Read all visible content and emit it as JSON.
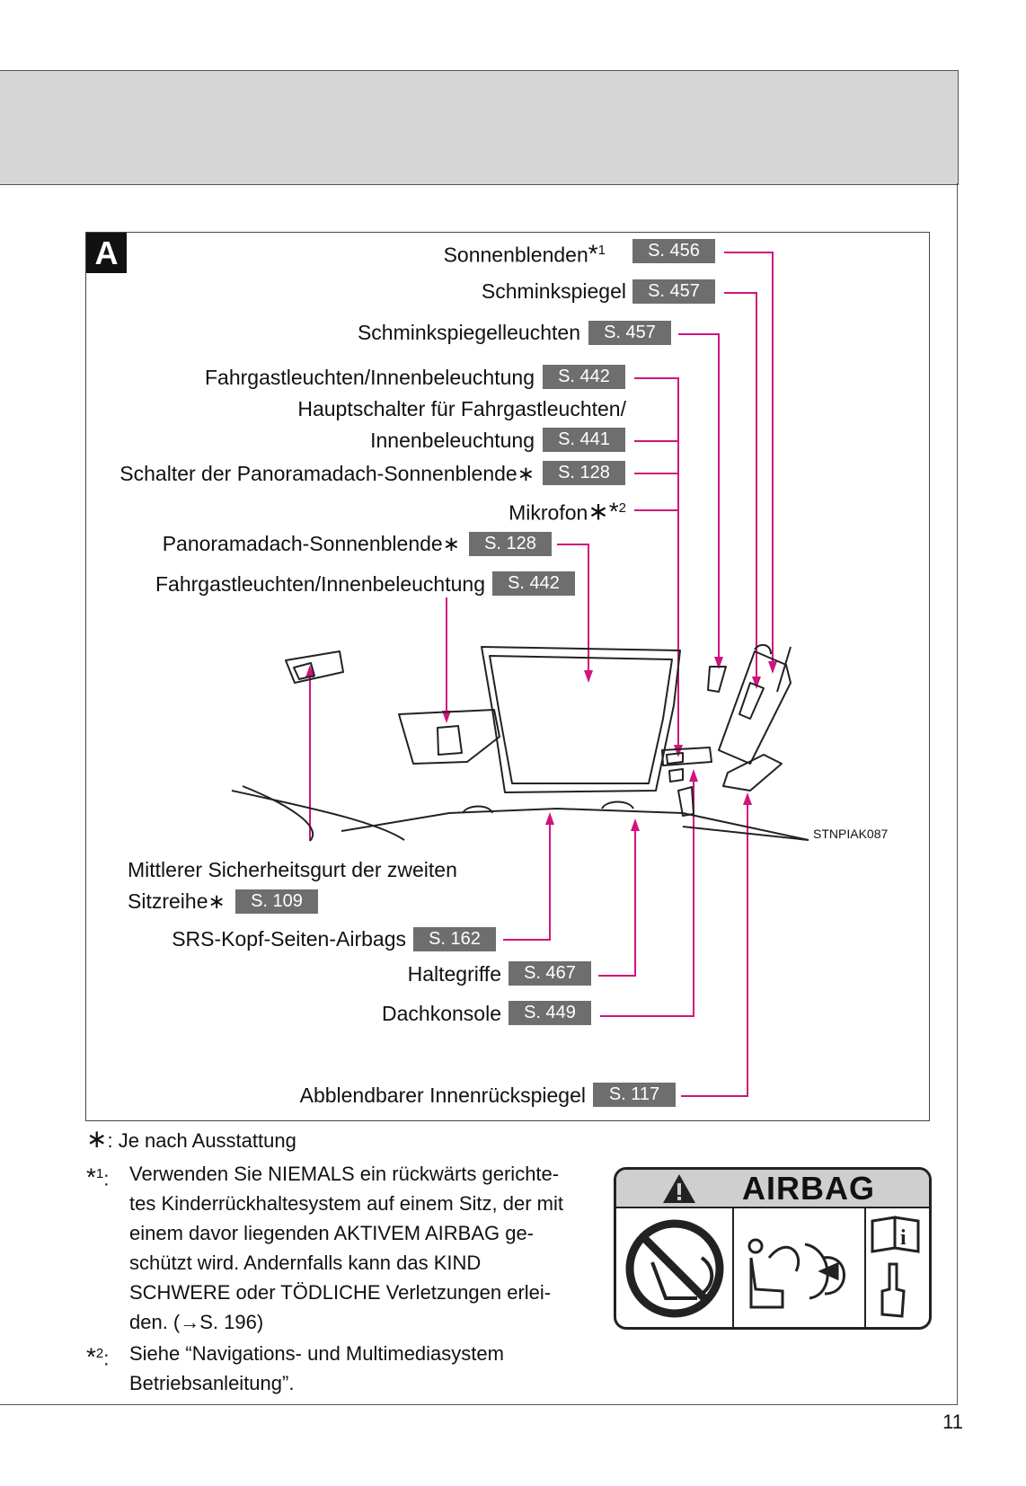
{
  "page": {
    "number": "11"
  },
  "panel": {
    "letter": "A",
    "image_code": "STNPIAK087",
    "callouts": [
      {
        "label": "Sonnenblenden",
        "mark": "*",
        "sup": "1",
        "ref": "S. 456"
      },
      {
        "label": "Schminkspiegel",
        "ref": "S. 457"
      },
      {
        "label": "Schminkspiegelleuchten",
        "ref": "S. 457"
      },
      {
        "label": "Fahrgastleuchten/Innenbeleuchtung",
        "ref": "S. 442"
      },
      {
        "label_line1": "Hauptschalter für Fahrgastleuchten/",
        "label": "Innenbeleuchtung",
        "ref": "S. 441"
      },
      {
        "label": "Schalter der Panoramadach-Sonnenblende",
        "mark": "∗",
        "ref": "S. 128"
      },
      {
        "label": "Mikrofon",
        "mark": "∗*",
        "sup": "2"
      },
      {
        "label": "Panoramadach-Sonnenblende",
        "mark": "∗",
        "ref": "S. 128"
      },
      {
        "label": "Fahrgastleuchten/Innenbeleuchtung",
        "ref": "S. 442"
      },
      {
        "label_line1": "Mittlerer Sicherheitsgurt der zweiten",
        "label": "Sitzreihe",
        "mark": "∗",
        "ref": "S. 109"
      },
      {
        "label": "SRS-Kopf-Seiten-Airbags",
        "ref": "S. 162"
      },
      {
        "label": "Haltegriffe",
        "ref": "S. 467"
      },
      {
        "label": "Dachkonsole",
        "ref": "S. 449"
      },
      {
        "label": "Abblendbarer Innenrückspiegel",
        "ref": "S. 117"
      }
    ]
  },
  "footnotes": {
    "star": {
      "mark": "∗",
      "text": ": Je nach Ausstattung"
    },
    "fn1": {
      "mark": "*",
      "sup": "1",
      "sep": ":",
      "lines": [
        "Verwenden Sie NIEMALS ein rückwärts gerichte-",
        "tes Kinderrückhaltesystem auf einem Sitz, der mit",
        "einem davor liegenden AKTIVEM AIRBAG ge-",
        "schützt wird. Andernfalls kann das KIND",
        "SCHWERE oder TÖDLICHE Verletzungen erlei-",
        "den. (→S. 196)"
      ]
    },
    "fn2": {
      "mark": "*",
      "sup": "2",
      "sep": ":",
      "lines": [
        "Siehe “Navigations- und Multimediasystem",
        "Betriebsanleitung”."
      ]
    }
  },
  "warning_label": {
    "title": "AIRBAG",
    "colors": {
      "stroke": "#222222",
      "header": "#cfcfcf"
    }
  },
  "colors": {
    "leader": "#d0147c",
    "badge": "#6e6e6e",
    "header_band": "#d6d6d6"
  },
  "icons": [
    "warning-triangle-icon",
    "no-rear-facing-seat-icon",
    "airbag-deploy-icon",
    "manual-book-icon",
    "pointing-finger-icon"
  ]
}
